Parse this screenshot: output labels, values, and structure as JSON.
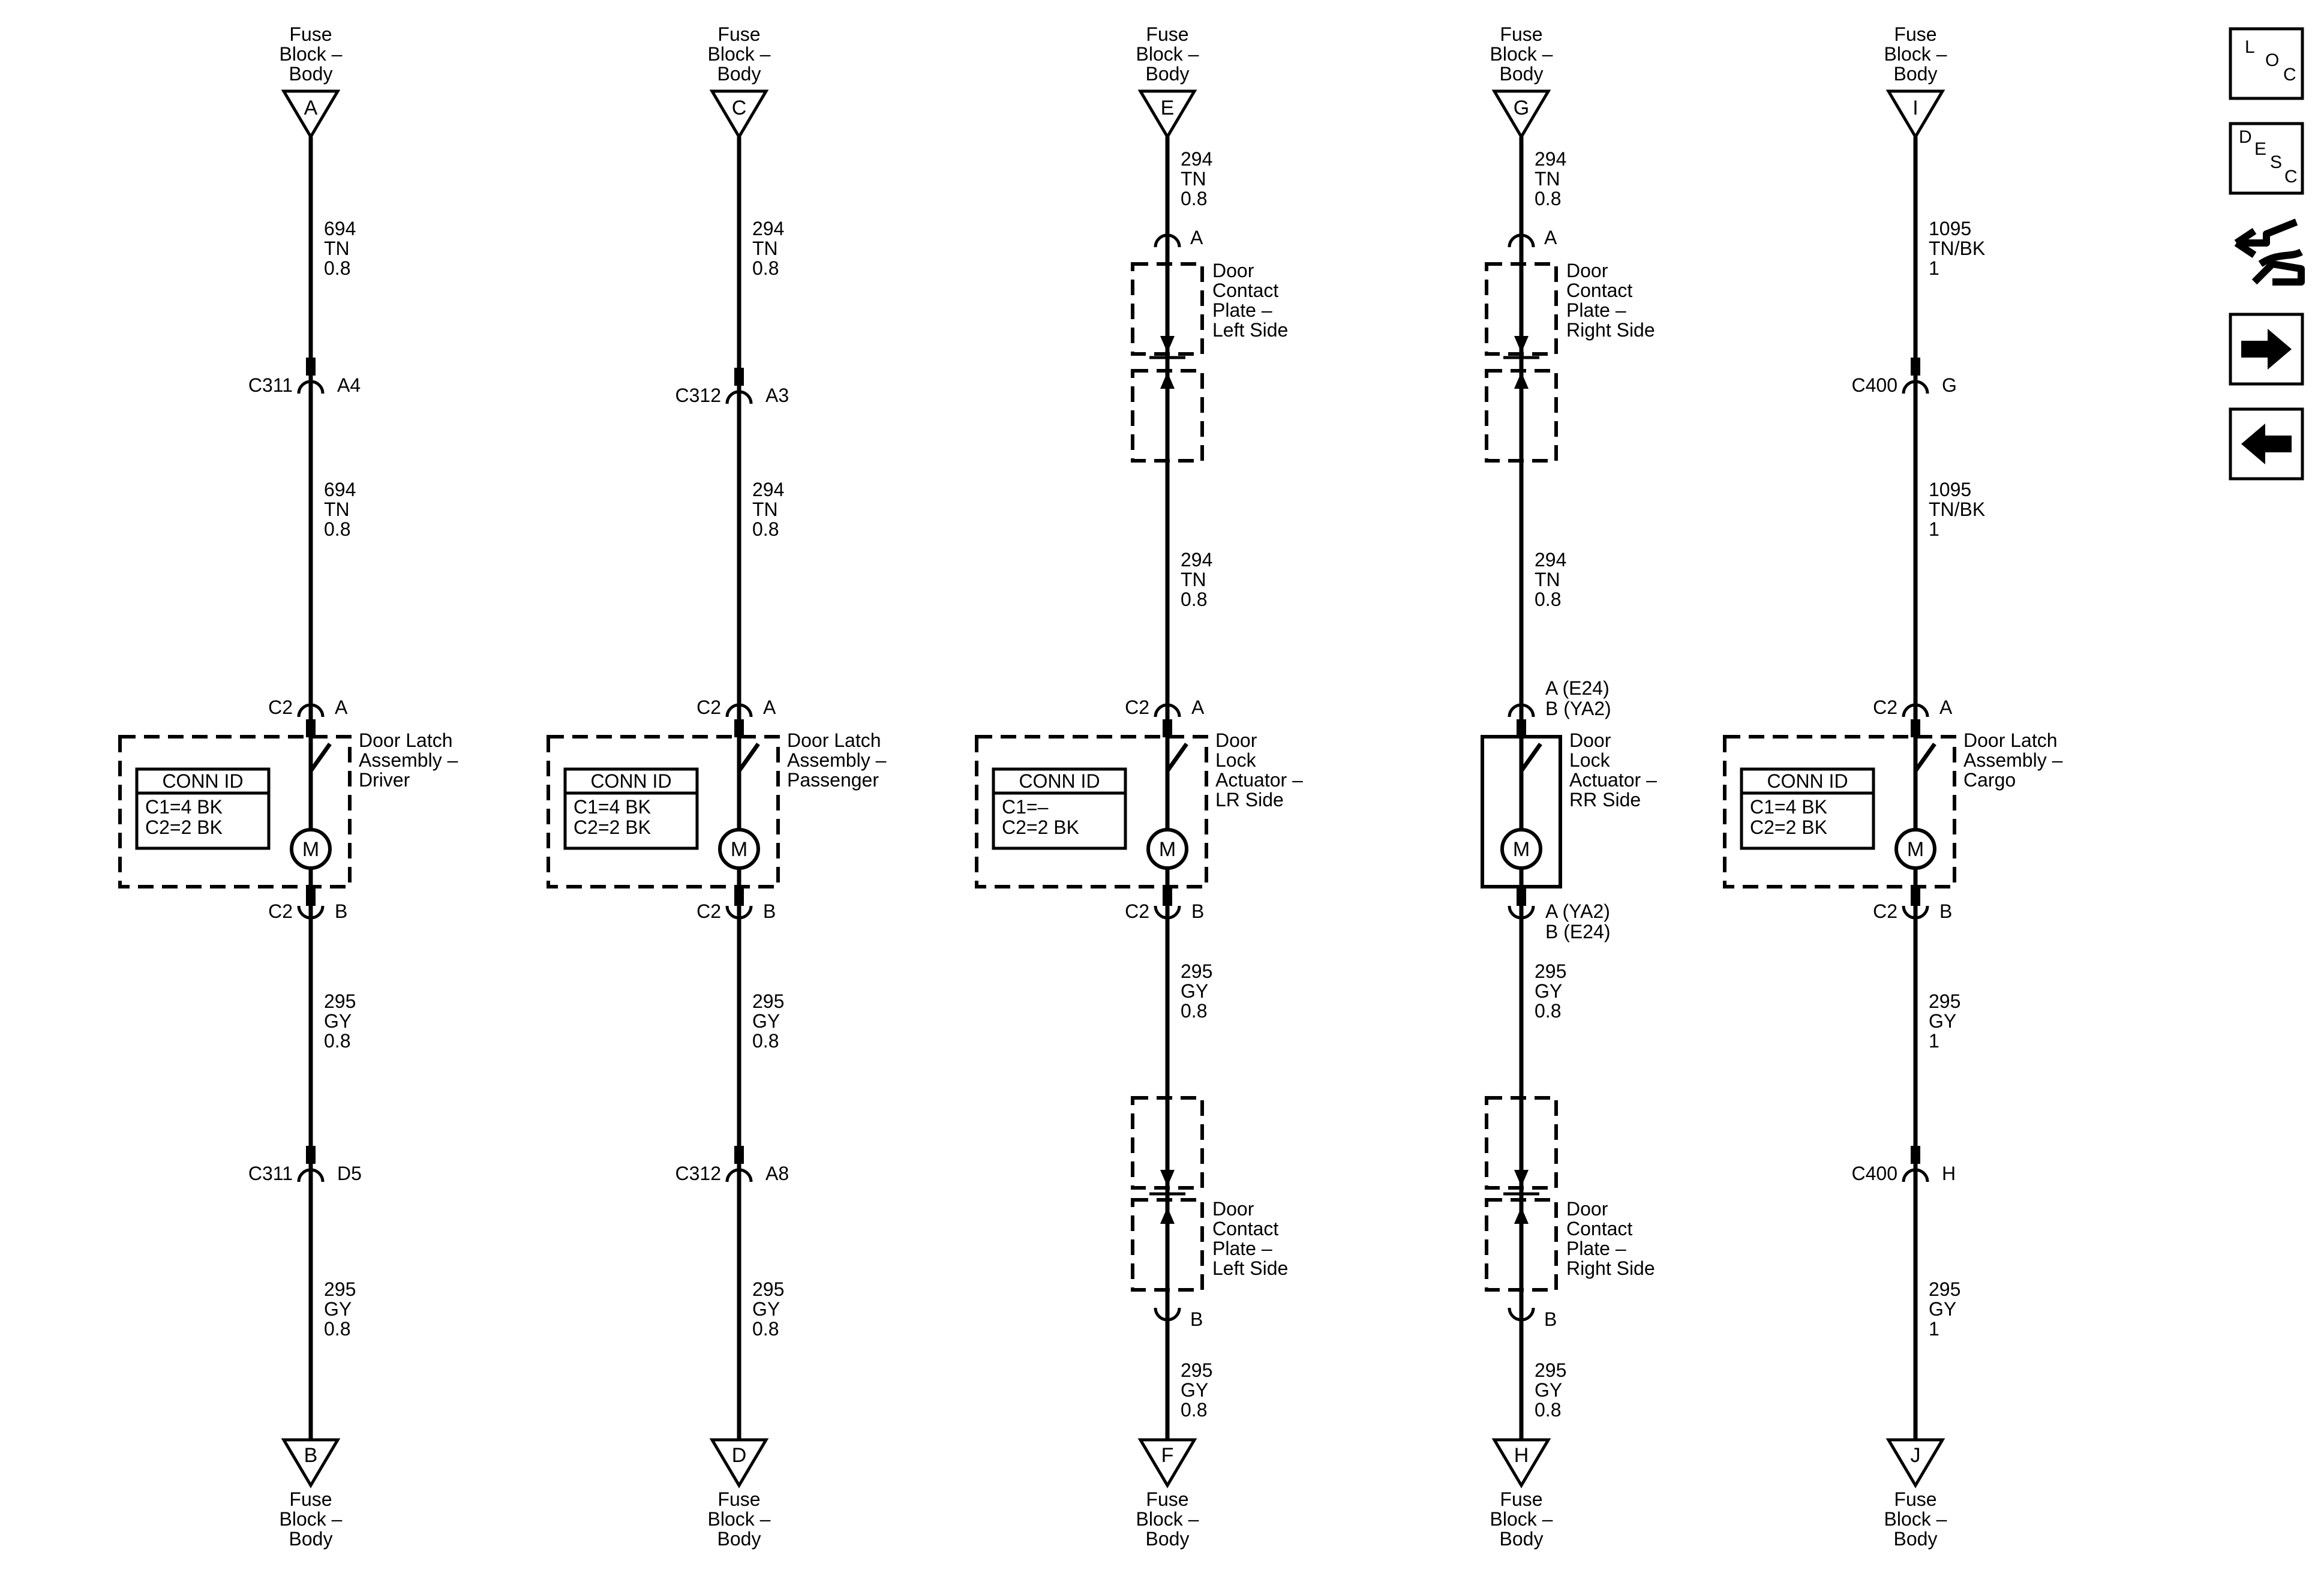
{
  "columns": [
    {
      "top": {
        "letter": "A",
        "label": [
          "Fuse",
          "Block –",
          "Body"
        ]
      },
      "bottom": {
        "letter": "B",
        "label": [
          "Fuse",
          "Block –",
          "Body"
        ]
      },
      "wires": [
        [
          "694",
          "TN",
          "0.8"
        ],
        [
          "694",
          "TN",
          "0.8"
        ],
        [
          "295",
          "GY",
          "0.8"
        ],
        [
          "295",
          "GY",
          "0.8"
        ]
      ],
      "inline_top": {
        "conn": "C311",
        "pin": "A4"
      },
      "inline_bottom": {
        "conn": "C311",
        "pin": "D5"
      },
      "comp_top": {
        "left": "C2",
        "right": [
          "A"
        ]
      },
      "comp_bottom": {
        "left": "C2",
        "right": [
          "B"
        ]
      },
      "component": {
        "name": [
          "Door Latch",
          "Assembly –",
          "Driver"
        ],
        "conn_title": "CONN ID",
        "conn_lines": [
          "C1=4 BK",
          "C2=2 BK"
        ],
        "motor": "M"
      }
    },
    {
      "top": {
        "letter": "C",
        "label": [
          "Fuse",
          "Block –",
          "Body"
        ]
      },
      "bottom": {
        "letter": "D",
        "label": [
          "Fuse",
          "Block –",
          "Body"
        ]
      },
      "wires": [
        [
          "294",
          "TN",
          "0.8"
        ],
        [
          "294",
          "TN",
          "0.8"
        ],
        [
          "295",
          "GY",
          "0.8"
        ],
        [
          "295",
          "GY",
          "0.8"
        ]
      ],
      "inline_top": {
        "conn": "C312",
        "pin": "A3"
      },
      "inline_bottom": {
        "conn": "C312",
        "pin": "A8"
      },
      "comp_top": {
        "left": "C2",
        "right": [
          "A"
        ]
      },
      "comp_bottom": {
        "left": "C2",
        "right": [
          "B"
        ]
      },
      "component": {
        "name": [
          "Door Latch",
          "Assembly –",
          "Passenger"
        ],
        "conn_title": "CONN ID",
        "conn_lines": [
          "C1=4 BK",
          "C2=2 BK"
        ],
        "motor": "M"
      }
    },
    {
      "top": {
        "letter": "E",
        "label": [
          "Fuse",
          "Block –",
          "Body"
        ]
      },
      "bottom": {
        "letter": "F",
        "label": [
          "Fuse",
          "Block –",
          "Body"
        ]
      },
      "wires": [
        [
          "294",
          "TN",
          "0.8"
        ],
        [
          "294",
          "TN",
          "0.8"
        ],
        [
          "295",
          "GY",
          "0.8"
        ],
        [
          "295",
          "GY",
          "0.8"
        ]
      ],
      "plate_top": {
        "pin": "A",
        "name": [
          "Door",
          "Contact",
          "Plate –",
          "Left Side"
        ]
      },
      "plate_bottom": {
        "pin": "B",
        "name": [
          "Door",
          "Contact",
          "Plate –",
          "Left Side"
        ]
      },
      "comp_top": {
        "left": "C2",
        "right": [
          "A"
        ]
      },
      "comp_bottom": {
        "left": "C2",
        "right": [
          "B"
        ]
      },
      "component": {
        "name": [
          "Door",
          "Lock",
          "Actuator –",
          "LR Side"
        ],
        "conn_title": "CONN ID",
        "conn_lines": [
          "C1=–",
          "C2=2 BK"
        ],
        "motor": "M"
      }
    },
    {
      "top": {
        "letter": "G",
        "label": [
          "Fuse",
          "Block –",
          "Body"
        ]
      },
      "bottom": {
        "letter": "H",
        "label": [
          "Fuse",
          "Block –",
          "Body"
        ]
      },
      "wires": [
        [
          "294",
          "TN",
          "0.8"
        ],
        [
          "294",
          "TN",
          "0.8"
        ],
        [
          "295",
          "GY",
          "0.8"
        ],
        [
          "295",
          "GY",
          "0.8"
        ]
      ],
      "plate_top": {
        "pin": "A",
        "name": [
          "Door",
          "Contact",
          "Plate –",
          "Right Side"
        ]
      },
      "plate_bottom": {
        "pin": "B",
        "name": [
          "Door",
          "Contact",
          "Plate –",
          "Right Side"
        ]
      },
      "comp_top": {
        "left": "",
        "right": [
          "A (E24)",
          "B (YA2)"
        ]
      },
      "comp_bottom": {
        "left": "",
        "right": [
          "A (YA2)",
          "B (E24)"
        ]
      },
      "component": {
        "name": [
          "Door",
          "Lock",
          "Actuator –",
          "RR Side"
        ],
        "motor": "M"
      }
    },
    {
      "top": {
        "letter": "I",
        "label": [
          "Fuse",
          "Block –",
          "Body"
        ]
      },
      "bottom": {
        "letter": "J",
        "label": [
          "Fuse",
          "Block –",
          "Body"
        ]
      },
      "wires": [
        [
          "1095",
          "TN/BK",
          "1"
        ],
        [
          "1095",
          "TN/BK",
          "1"
        ],
        [
          "295",
          "GY",
          "1"
        ],
        [
          "295",
          "GY",
          "1"
        ]
      ],
      "inline_top": {
        "conn": "C400",
        "pin": "G"
      },
      "inline_bottom": {
        "conn": "C400",
        "pin": "H"
      },
      "comp_top": {
        "left": "C2",
        "right": [
          "A"
        ]
      },
      "comp_bottom": {
        "left": "C2",
        "right": [
          "B"
        ]
      },
      "component": {
        "name": [
          "Door Latch",
          "Assembly –",
          "Cargo"
        ],
        "conn_title": "CONN ID",
        "conn_lines": [
          "C1=4 BK",
          "C2=2 BK"
        ],
        "motor": "M"
      }
    }
  ],
  "sidebar": {
    "loc": [
      "L",
      "O",
      "C"
    ],
    "desc": [
      "D",
      "E",
      "S",
      "C"
    ],
    "connector_icon": "connector-icon",
    "next_icon": "arrow-right-icon",
    "prev_icon": "arrow-left-icon"
  }
}
